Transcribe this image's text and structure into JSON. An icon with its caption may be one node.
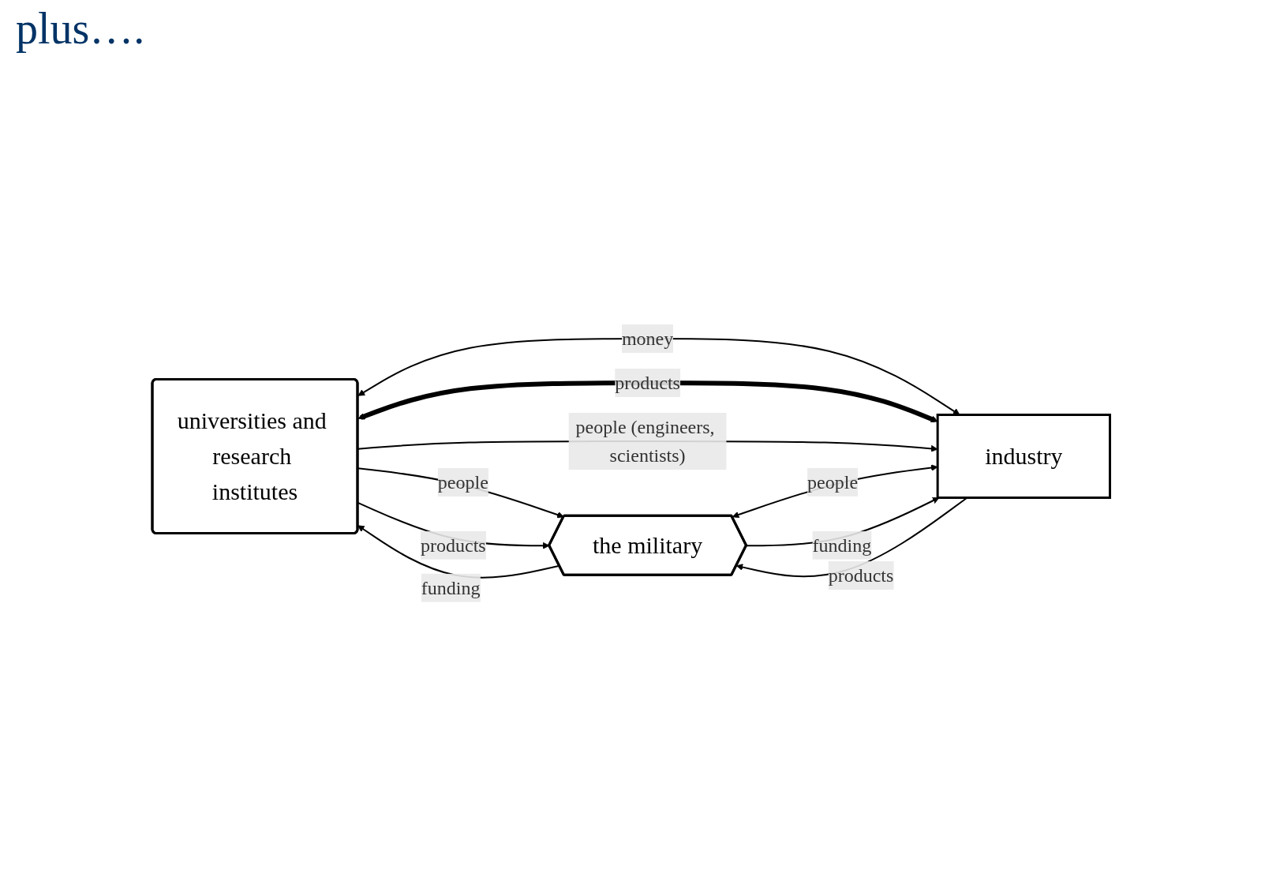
{
  "diagram": {
    "title": "plus….",
    "nodes": [
      {
        "text": [
          "universities and research institutes"
        ]
      },
      {
        "text": [
          "the military"
        ]
      },
      {
        "text": [
          "industry"
        ]
      }
    ],
    "edges": [
      {
        "from": 0,
        "to": 1,
        "arrow": "to",
        "label": "people"
      },
      {
        "from": 1,
        "to": 0,
        "arrow": "to",
        "label": "funding"
      },
      {
        "from": 0,
        "to": 1,
        "arrow": "to",
        "label": "products"
      },
      {
        "from": 0,
        "to": 2,
        "arrow": "both",
        "label": "money"
      },
      {
        "from": 0,
        "to": 2,
        "arrow": "both",
        "label": "products",
        "style": "thick"
      },
      {
        "from": 0,
        "to": 2,
        "arrow": "to",
        "label": "people (engineers, scientists)"
      },
      {
        "from": 1,
        "to": 2,
        "arrow": "both",
        "label": "people"
      },
      {
        "from": 1,
        "to": 2,
        "arrow": "to",
        "label": "funding"
      },
      {
        "from": 2,
        "to": 1,
        "arrow": "to",
        "label": "products"
      }
    ]
  }
}
